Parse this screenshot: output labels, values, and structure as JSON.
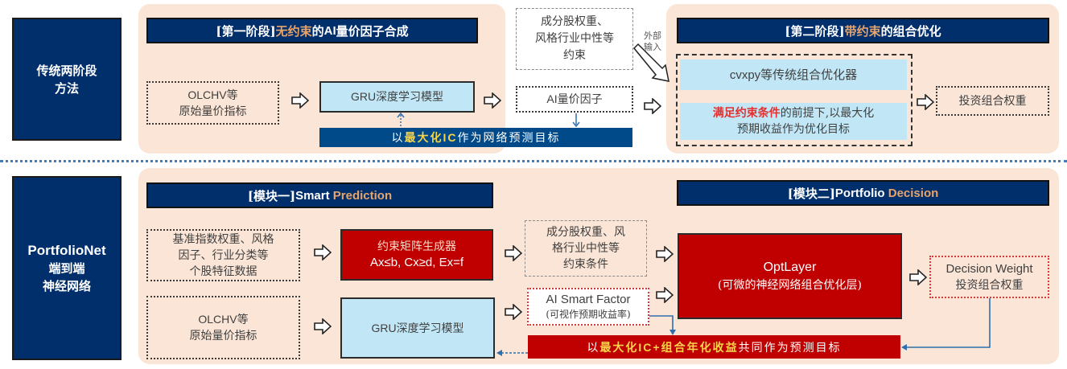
{
  "top": {
    "side_label": [
      "传统两阶段",
      "方法"
    ],
    "stage1": {
      "header_prefix": "[第一阶段] ",
      "header_highlight": "无约束",
      "header_mid": "的",
      "header_en": "AI",
      "header_suffix": "量价因子合成"
    },
    "input_box": {
      "line1_en": "OLCHV",
      "line1_zh": "等",
      "line2": "原始量价指标"
    },
    "gru_box": {
      "en": "GRU",
      "zh": "深度学习模型"
    },
    "constraint_box": [
      "成分股权重、",
      "风格行业中性等",
      "约束"
    ],
    "external_input_label": [
      "外部",
      "输入"
    ],
    "factor_box": {
      "en": "AI",
      "zh": "量价因子"
    },
    "target_bar": {
      "prefix": "以",
      "highlight": "最大化",
      "highlight_en": "IC",
      "suffix": "作为网络预测目标"
    },
    "stage2": {
      "header_prefix": "[第二阶段] ",
      "header_highlight": "带约束",
      "header_suffix": "的组合优化"
    },
    "optimizer_box": {
      "en": "cvxpy",
      "zh": "等传统组合优化器"
    },
    "objective_box": {
      "red": "满足约束条件",
      "rest1": "的前提下,以最大化",
      "line2": "预期收益作为优化目标"
    },
    "weight_box": "投资组合权重"
  },
  "bottom": {
    "side_label": {
      "en": "PortfolioNet",
      "line2": "端到端",
      "line3": "神经网络"
    },
    "module1": {
      "header_prefix": "[模块一] ",
      "header_en": "Smart ",
      "header_highlight": "Prediction"
    },
    "module2": {
      "header_prefix": "[模块二] ",
      "header_en": "Portfolio ",
      "header_highlight": "Decision"
    },
    "feature_box": [
      "基准指数权重、风格",
      "因子、行业分类等",
      "个股特征数据"
    ],
    "input_box": {
      "line1_en": "OLCHV",
      "line1_zh": "等",
      "line2": "原始量价指标"
    },
    "matrix_box": {
      "line1": "约束矩阵生成器",
      "line2": "Ax≤b, Cx≥d, Ex=f"
    },
    "gru_box": {
      "en": "GRU",
      "zh": "深度学习模型"
    },
    "constraint_box": [
      "成分股权重、风",
      "格行业中性等",
      "约束条件"
    ],
    "factor_box": {
      "line1": "AI Smart Factor",
      "line2": "(可视作预期收益率)"
    },
    "optlayer_box": {
      "line1": "OptLayer",
      "line2": "(可微的神经网络组合优化层)"
    },
    "decision_box": {
      "line1": "Decision Weight",
      "line2": "投资组合权重"
    },
    "target_bar": {
      "prefix": "以",
      "highlight": "最大化",
      "highlight_en": "IC+",
      "highlight2": "组合年化收益",
      "suffix": "共同作为预测目标"
    }
  },
  "colors": {
    "navy": "#002f6c",
    "panel": "#fbe5d6",
    "red": "#c00000",
    "light_blue": "#c1e7f7",
    "accent_orange": "#e7a46b",
    "gold": "#f7d44a",
    "link_blue": "#2e6fb0"
  }
}
